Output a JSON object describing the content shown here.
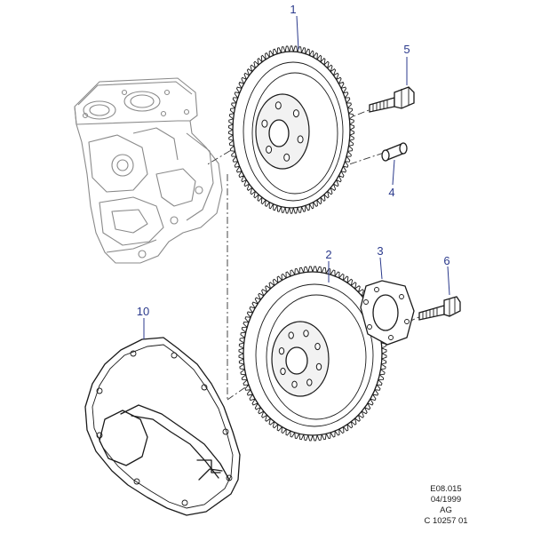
{
  "callouts": [
    {
      "id": "1",
      "label": "1"
    },
    {
      "id": "2",
      "label": "2"
    },
    {
      "id": "3",
      "label": "3"
    },
    {
      "id": "4",
      "label": "4"
    },
    {
      "id": "5",
      "label": "5"
    },
    {
      "id": "6",
      "label": "6"
    },
    {
      "id": "10",
      "label": "10"
    }
  ],
  "reference": {
    "code": "E08.015",
    "date": "04/1999",
    "author": "AG",
    "drawing_no": "C 10257 01"
  },
  "colors": {
    "callout": "#2b3a8c",
    "ink": "#1a1a1a",
    "ghost": "#8a8a8a"
  }
}
